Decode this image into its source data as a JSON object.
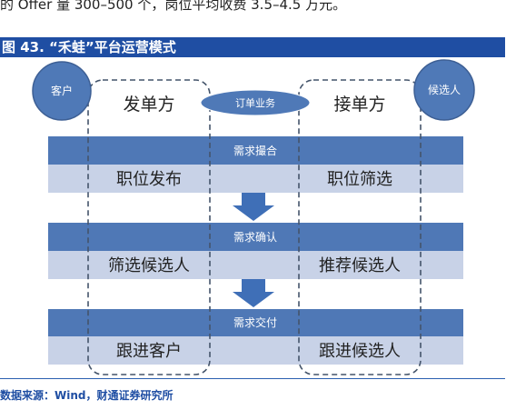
{
  "header": {
    "top_text": "的 Offer 量 300–500 个，岗位平均收费 3.5–4.5 万元。",
    "figure_title": "图 43. “禾蛙”平台运营模式"
  },
  "diagram": {
    "client_label": "客户",
    "candidate_label": "候选人",
    "sender_label": "发单方",
    "order_label": "订单业务",
    "receiver_label": "接单方",
    "stages": [
      {
        "title": "需求撮合",
        "left": "职位发布",
        "right": "职位筛选"
      },
      {
        "title": "需求确认",
        "left": "筛选候选人",
        "right": "推荐候选人"
      },
      {
        "title": "需求交付",
        "left": "跟进客户",
        "right": "跟进候选人"
      }
    ],
    "colors": {
      "dark_blue": "#4f78b6",
      "light_blue": "#c8d2e7",
      "circle": "#4f79b7",
      "arrow": "#3f6fb7",
      "dash": "#44546a"
    }
  },
  "footer": {
    "source": "数据来源：Wind，财通证券研究所"
  }
}
